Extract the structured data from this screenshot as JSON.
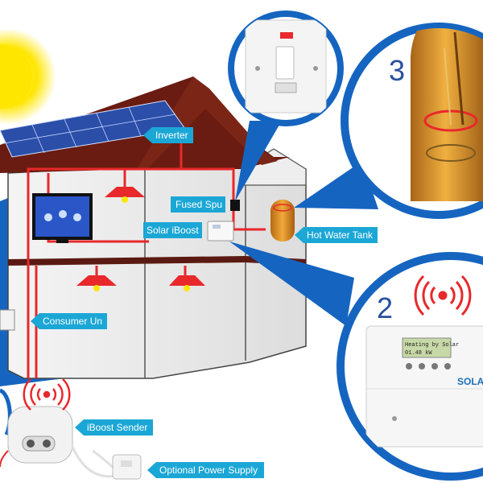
{
  "labels": {
    "inverter": "Inverter",
    "fused_spur": "Fused Spu",
    "solar_iboost": "Solar iBoost",
    "hot_water_tank": "Hot Water Tank",
    "consumer_unit": "Consumer Un",
    "iboost_sender": "iBoost Sender",
    "optional_power_supply": "Optional Power Supply"
  },
  "callouts": {
    "tank_number": "3",
    "controller_number": "2",
    "controller_screen_line1": "Heating by Solar",
    "controller_screen_line2": "01.48 kW",
    "controller_brand": "SOLAR"
  },
  "icons": {
    "wireless": "wireless-signal-icon",
    "sun": "sun-icon"
  },
  "colors": {
    "callout_blue": "#1aa0d4",
    "circle_blue": "#1565c0",
    "wire_red": "#e8282b",
    "roof_brown": "#6a1c12",
    "house_wall": "#eaeaea",
    "solar_panel": "#2b4fa8",
    "sun_yellow": "#ffe600"
  }
}
